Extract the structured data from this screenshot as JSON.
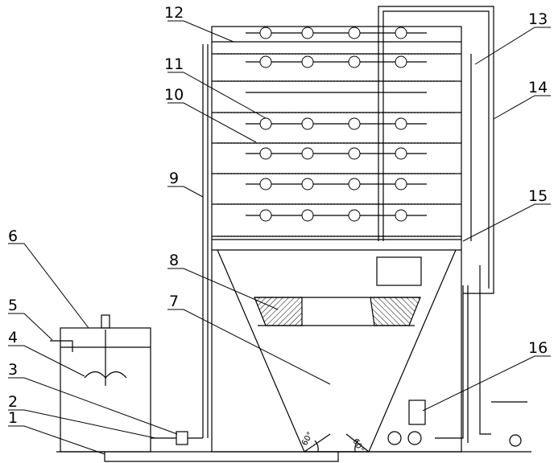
{
  "diagram": {
    "labels": [
      "1",
      "2",
      "3",
      "4",
      "5",
      "6",
      "7",
      "8",
      "9",
      "10",
      "11",
      "12",
      "13",
      "14",
      "15",
      "16"
    ],
    "angle_left": "60°",
    "angle_right": "60°"
  }
}
